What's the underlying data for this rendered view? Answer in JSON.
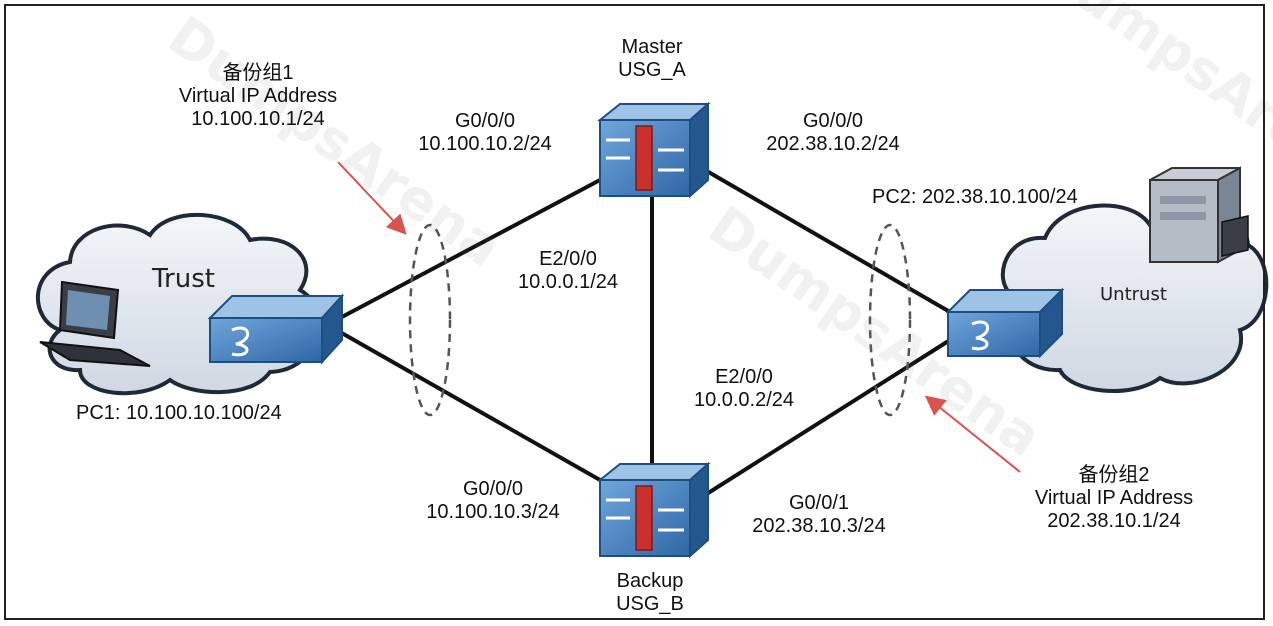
{
  "watermark": "DumpsArena",
  "devices": {
    "master": {
      "role": "Master",
      "name": "USG_A"
    },
    "backup": {
      "role": "Backup",
      "name": "USG_B"
    }
  },
  "zones": {
    "trust": "Trust",
    "untrust": "Untrust"
  },
  "hosts": {
    "pc1": "PC1: 10.100.10.100/24",
    "pc2": "PC2: 202.38.10.100/24"
  },
  "interfaces": {
    "a_g000_name": "G0/0/0",
    "a_g000_ip": "10.100.10.2/24",
    "a_up_name": "G0/0/0",
    "a_up_ip": "202.38.10.2/24",
    "a_e200_name": "E2/0/0",
    "a_e200_ip": "10.0.0.1/24",
    "b_e200_name": "E2/0/0",
    "b_e200_ip": "10.0.0.2/24",
    "b_g000_name": "G0/0/0",
    "b_g000_ip": "10.100.10.3/24",
    "b_g001_name": "G0/0/1",
    "b_g001_ip": "202.38.10.3/24"
  },
  "backup_groups": {
    "group1": {
      "name": "备份组1",
      "vip_label": "Virtual IP Address",
      "vip": "10.100.10.1/24"
    },
    "group2": {
      "name": "备份组2",
      "vip_label": "Virtual IP Address",
      "vip": "202.38.10.1/24"
    }
  },
  "colors": {
    "link": "#111111",
    "arrow": "#d9534f",
    "device": "#3f7fbf",
    "cloud": "#dfe6ee"
  }
}
